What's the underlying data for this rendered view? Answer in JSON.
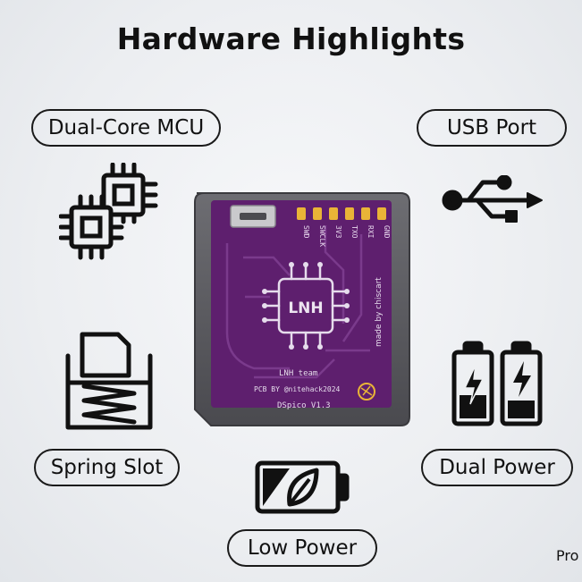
{
  "header": {
    "title": "Hardware Highlights"
  },
  "features": {
    "dual_core": "Dual-Core MCU",
    "usb": "USB Port",
    "spring": "Spring Slot",
    "dual_power": "Dual Power",
    "low_power": "Low Power"
  },
  "board": {
    "pins": [
      "SWD",
      "SWCLK",
      "3V3",
      "TXO",
      "RXI",
      "GND"
    ],
    "chip_label": "LNH",
    "credit": "made by chiscart",
    "team": "LNH team",
    "pcb_by": "PCB BY @nitehack2024",
    "model": "DSpico V1.3"
  },
  "cut_text": "Pro",
  "colors": {
    "pcb": "#5e1f6e",
    "gold": "#e9b437",
    "outline": "#1a1a1a"
  },
  "icons": [
    "chip-icon",
    "usb-icon",
    "sd-card-spring-icon",
    "battery-icon",
    "leaf-battery-icon"
  ]
}
